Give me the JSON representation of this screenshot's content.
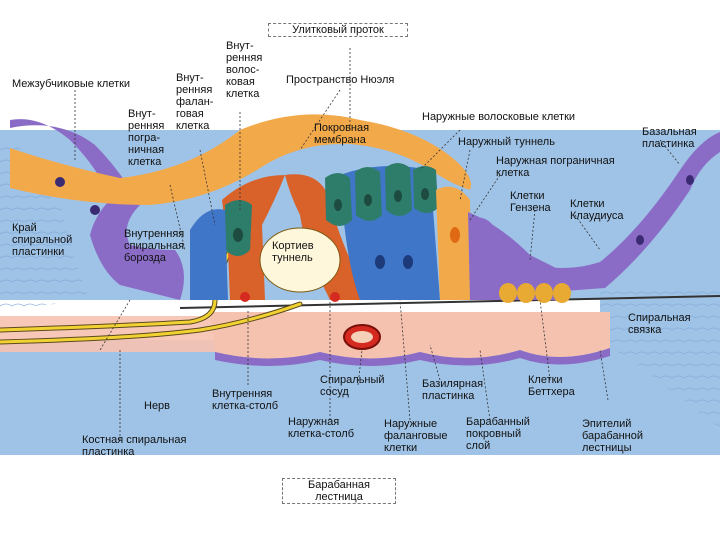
{
  "colors": {
    "endolymph": "#9fc3e6",
    "perilymph": "#9fc3e6",
    "purple_tissue": "#8a6cc6",
    "tectorial": "#f2a94a",
    "pillar": "#d9612a",
    "hair_cell": "#2e7d6b",
    "phalangeal": "#3f76c8",
    "hensen": "#e8aa33",
    "basilar": "#f6c2b0",
    "nerve": "#f2d233",
    "nucleus_red": "#d42a1f"
  },
  "labels": {
    "cochlear_duct": "Улитковый проток",
    "interdental_cells": "Межзубчиковые клетки",
    "inner_hair_cell": "Внут-\nренняя\nволос-\nковая\nклетка",
    "inner_phalangeal_cell": "Внут-\nренняя\nфалан-\nговая\nклетка",
    "inner_border_cell": "Внут-\nренняя\nпогра-\nничная\nклетка",
    "nuel_space": "Пространство Нюэля",
    "tectorial_membrane": "Покровная\nмембрана",
    "outer_hair_cells": "Наружные волосковые клетки",
    "outer_tunnel": "Наружный туннель",
    "basal_lamina": "Базальная\nпластинка",
    "outer_border_cell": "Наружная пограничная\nклетка",
    "hensen_cells": "Клетки\nГензена",
    "claudius_cells": "Клетки\nКлаудиуса",
    "spiral_limbus_edge": "Край\nспиральной\nпластинки",
    "inner_spiral_sulcus": "Внутренняя\nспиральная\nборозда",
    "corti_tunnel": "Кортиев\nтуннель",
    "spiral_ligament": "Спиральная\nсвязка",
    "nerve": "Нерв",
    "inner_pillar_cell": "Внутренняя\nклетка-столб",
    "spiral_vessel": "Спиральный\nсосуд",
    "basilar_membrane": "Базилярная\nпластинка",
    "boettcher_cells": "Клетки\nБеттхера",
    "osseous_spiral_lamina": "Костная спиральная\nпластинка",
    "outer_pillar_cell": "Наружная\nклетка-столб",
    "outer_phalangeal_cells": "Наружные\nфаланговые\nклетки",
    "tympanic_covering_layer": "Барабанный\nпокровный\nслой",
    "tympanic_epithelium": "Эпителий\nбарабанной\nлестницы",
    "scala_tympani": "Барабанная\nлестница"
  }
}
